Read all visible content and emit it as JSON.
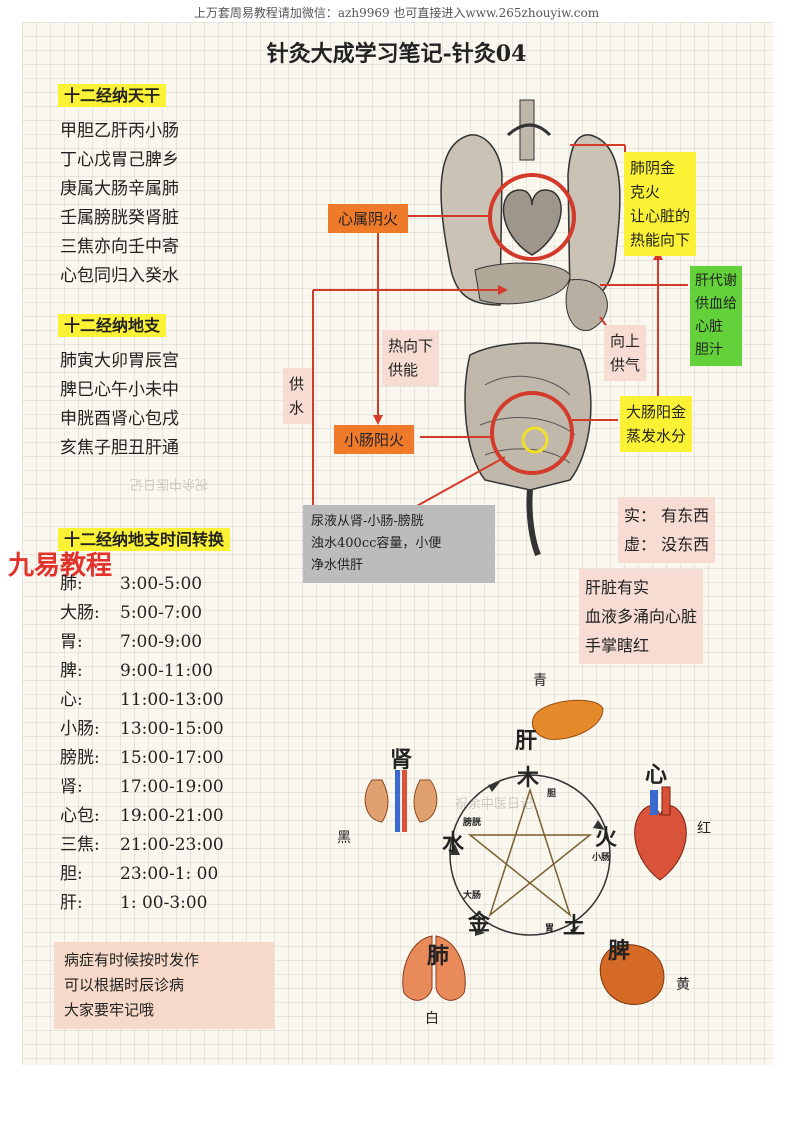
{
  "header": {
    "topline": "上万套周易教程请加微信：azh9969    也可直接进入www.265zhouyiw.com",
    "title": "针灸大成学习笔记-针灸04"
  },
  "sections": {
    "tiangan": {
      "heading": "十二经纳天干",
      "lines": [
        "甲胆乙肝丙小肠",
        "丁心戊胃己脾乡",
        "庚属大肠辛属肺",
        "壬属膀胱癸肾脏",
        "三焦亦向壬中寄",
        "心包同归入癸水"
      ]
    },
    "dizhi": {
      "heading": "十二经纳地支",
      "lines": [
        "肺寅大卯胃辰宫",
        "脾巳心午小未中",
        "申胱酉肾心包戌",
        "亥焦子胆丑肝通"
      ]
    },
    "time": {
      "heading": "十二经纳地支时间转换",
      "rows": [
        {
          "organ": "肺:",
          "time": "3:00-5:00"
        },
        {
          "organ": "大肠:",
          "time": "5:00-7:00"
        },
        {
          "organ": "胃:",
          "time": "7:00-9:00"
        },
        {
          "organ": "脾:",
          "time": "9:00-11:00"
        },
        {
          "organ": "心:",
          "time": "11:00-13:00"
        },
        {
          "organ": "小肠:",
          "time": "13:00-15:00"
        },
        {
          "organ": "膀胱:",
          "time": "15:00-17:00"
        },
        {
          "organ": "肾:",
          "time": "17:00-19:00"
        },
        {
          "organ": "心包:",
          "time": "19:00-21:00"
        },
        {
          "organ": "三焦:",
          "time": "21:00-23:00"
        },
        {
          "organ": "胆:",
          "time": "23:00-1:  00"
        },
        {
          "organ": "肝:",
          "time": "1:  00-3:00"
        }
      ]
    },
    "note": [
      "病症有时候按时发作",
      "可以根据时辰诊病",
      "大家要牢记哦"
    ]
  },
  "brand": "九易教程",
  "watermarks": [
    "祝余中医日记",
    "祝余中医日记"
  ],
  "anatomy": {
    "heart_label": "心属阴火",
    "si_label": "小肠阳火",
    "heat_down": [
      "热向下",
      "供能"
    ],
    "supply_water": [
      "供",
      "水"
    ],
    "lung_metal": [
      "肺阴金",
      "克火",
      "让心脏的",
      "热能向下"
    ],
    "liver": [
      "肝代谢",
      "供血给",
      "心脏",
      "胆汁"
    ],
    "up_qi": [
      "向上",
      "供气"
    ],
    "li_metal": [
      "大肠阳金",
      "蒸发水分"
    ],
    "urine": [
      "尿液从肾-小肠-膀胱",
      "浊水400cc容量，小便",
      "净水供肝"
    ],
    "shixu": [
      "实：  有东西",
      "虚：  没东西"
    ],
    "liver_full": [
      "肝脏有实",
      "血液多涌向心脏",
      "手掌瞎红"
    ]
  },
  "wuxing": {
    "colors": {
      "qing": "青",
      "hong": "红",
      "huang": "黄",
      "bai": "白",
      "hei": "黑"
    },
    "organs": {
      "gan": "肝",
      "xin": "心",
      "pi": "脾",
      "fei": "肺",
      "shen": "肾"
    },
    "elements": {
      "mu": "木",
      "huo": "火",
      "tu": "土",
      "jin": "金",
      "shui": "水"
    },
    "fu": {
      "dan": "胆",
      "xiaochang": "小肠",
      "wei": "胃",
      "dachang": "大肠",
      "pangguang": "膀胱"
    },
    "accent_orange": "#ee7a2a",
    "accent_yellow": "#fbf235",
    "accent_green": "#63d13a",
    "circle_red": "#d43a2a"
  }
}
